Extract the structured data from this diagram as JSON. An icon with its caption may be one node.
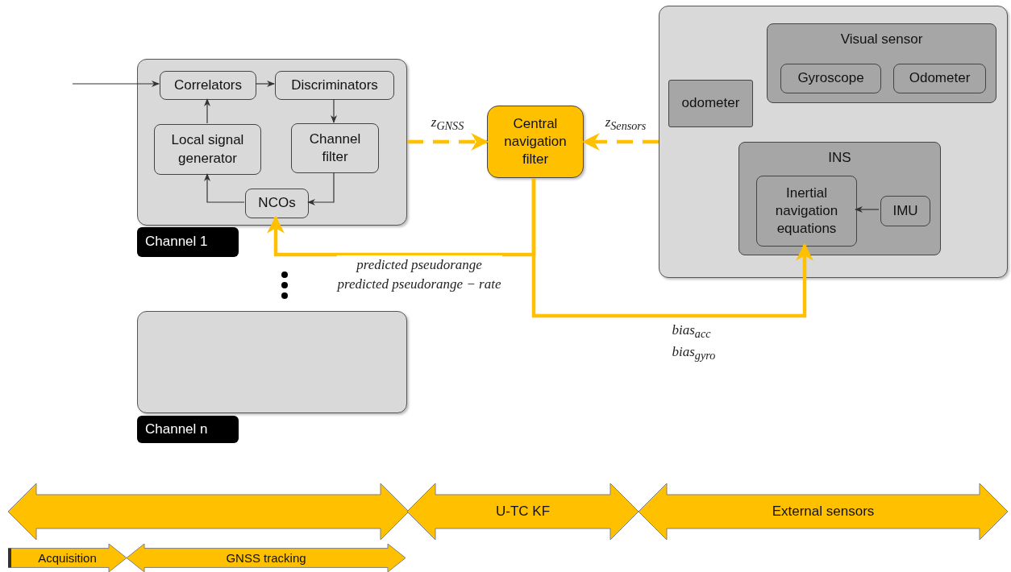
{
  "diagram": {
    "nodes": [
      {
        "text": [],
        "shape": "box"
      },
      {
        "text": [
          "Correlators"
        ],
        "in": 0
      },
      {
        "text": [
          "Discriminators"
        ],
        "in": 0
      },
      {
        "text": [
          "Local signal generator"
        ],
        "in": 0
      },
      {
        "text": [
          "Channel filter"
        ],
        "in": 0
      },
      {
        "text": [
          "NCOs"
        ],
        "in": 0
      },
      {
        "text": [
          "Channel 1"
        ]
      },
      {
        "text": [
          "Central navigation filter"
        ]
      },
      {
        "text": [],
        "shape": "box"
      },
      {
        "text": [
          "Visual sensor"
        ],
        "in": 8
      },
      {
        "text": [
          "Gyroscope"
        ],
        "in": 9
      },
      {
        "text": [
          "Odometer"
        ],
        "in": 9
      },
      {
        "text": [
          "odometer"
        ],
        "in": 8
      },
      {
        "text": [
          "INS"
        ],
        "in": 8
      },
      {
        "text": [
          "Inertial navigation equations"
        ],
        "in": 13
      },
      {
        "text": [
          "IMU"
        ],
        "in": 13
      },
      {
        "text": [],
        "shape": "box"
      },
      {
        "text": [
          "Channel n"
        ]
      },
      {
        "text": [],
        "shape": "arrow"
      },
      {
        "text": [
          "U-TC KF"
        ]
      },
      {
        "text": [
          "External sensors"
        ]
      },
      {
        "text": [
          "Acquisition"
        ]
      },
      {
        "text": [
          "GNSS tracking"
        ]
      }
    ],
    "edges": [
      {
        "from": null,
        "to": 1,
        "arrow": "to"
      },
      {
        "from": 1,
        "to": 2,
        "arrow": "to"
      },
      {
        "from": 2,
        "to": 4,
        "arrow": "to"
      },
      {
        "from": 4,
        "to": 5,
        "arrow": "to"
      },
      {
        "from": 5,
        "to": 3,
        "arrow": "to"
      },
      {
        "from": 3,
        "to": 1,
        "arrow": "to"
      },
      {
        "from": 0,
        "to": 7,
        "arrow": "to",
        "label": "z$_{GNSS}$",
        "style": "dashed",
        "color": "#ffc000"
      },
      {
        "from": 8,
        "to": 7,
        "arrow": "to",
        "label": "z$_{Sensors}$",
        "style": "dashed",
        "color": "#ffc000"
      },
      {
        "from": 7,
        "to": 5,
        "arrow": "to",
        "label": "predicted pseudorange predicted pseudorange − rate",
        "style": "thick",
        "color": "#ffc000"
      },
      {
        "from": 7,
        "to": 14,
        "arrow": "to",
        "label": "bias$_{acc}$ bias$_{gyro}$",
        "style": "thick",
        "color": "#ffc000"
      },
      {
        "from": 15,
        "to": 14,
        "arrow": "to"
      }
    ]
  }
}
